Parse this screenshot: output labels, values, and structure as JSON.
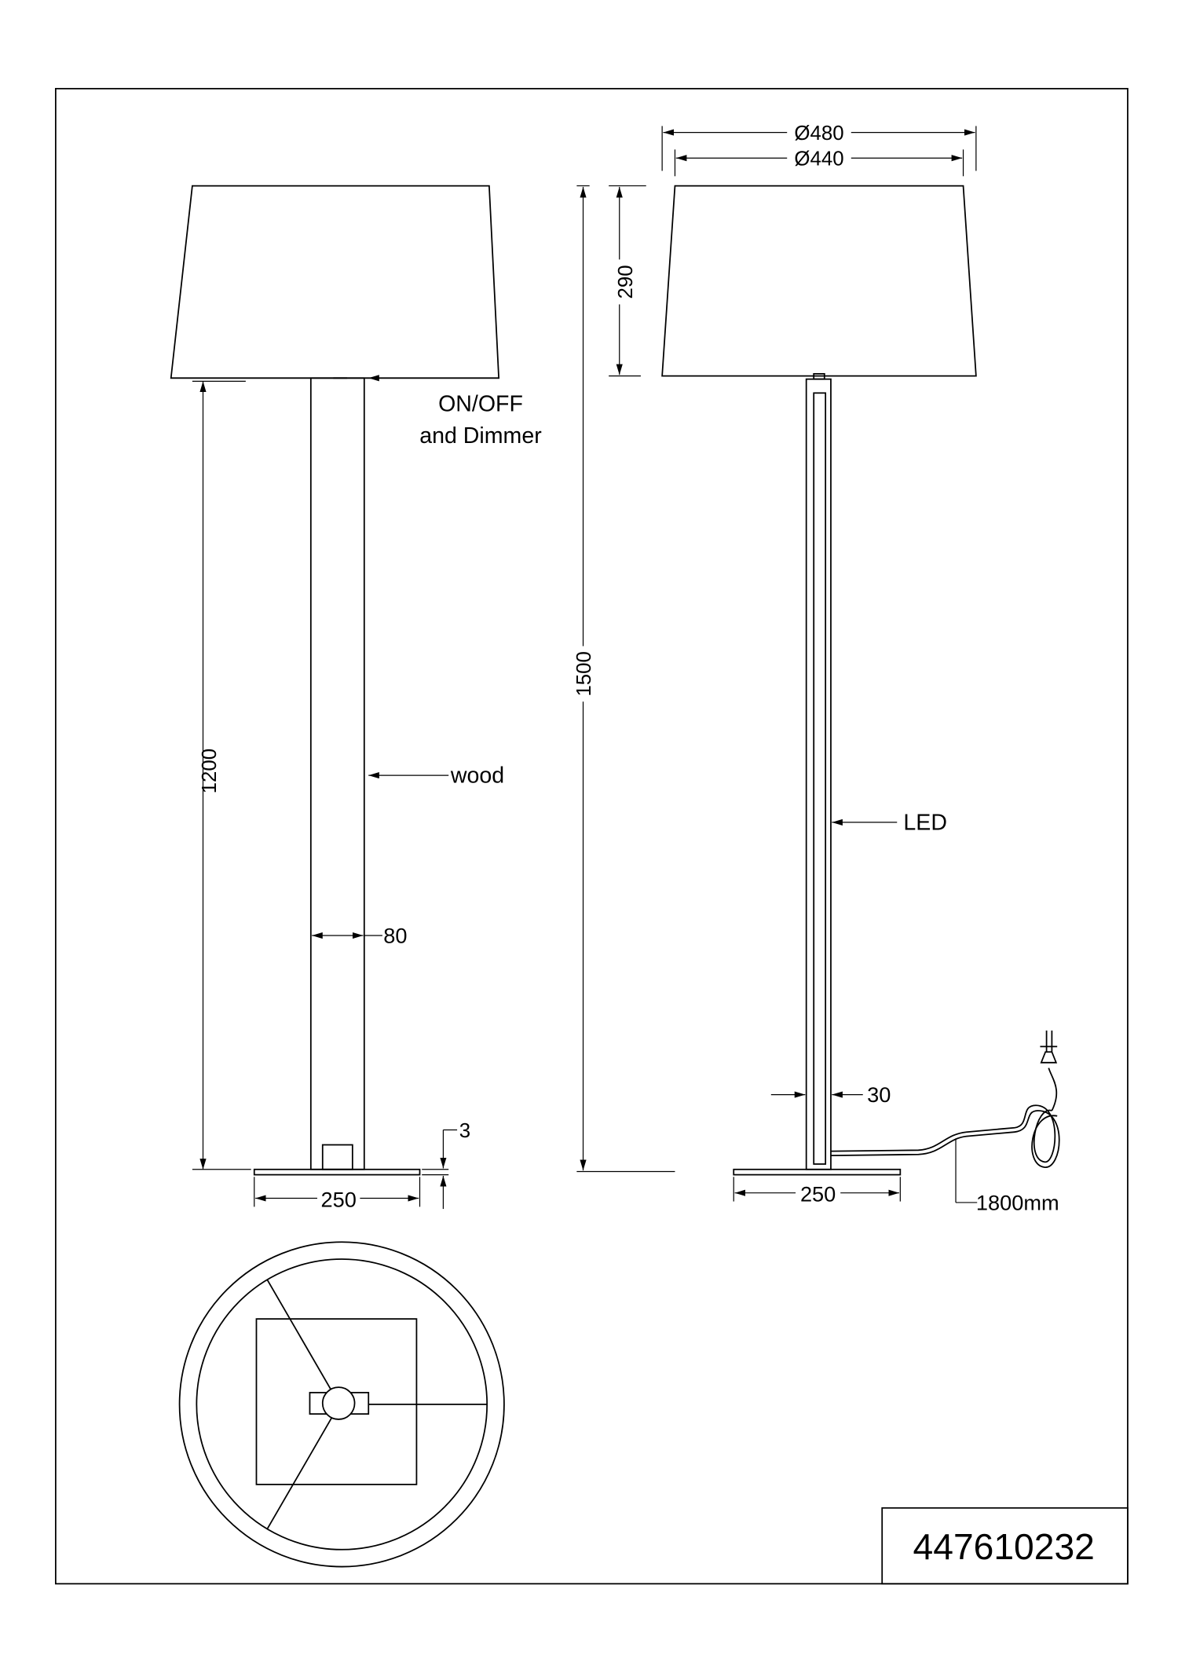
{
  "drawing": {
    "product_number": "447610232",
    "labels": {
      "switch_line1": "ON/OFF",
      "switch_line2": "and Dimmer",
      "wood": "wood",
      "led": "LED"
    },
    "dimensions": {
      "shade_outer_diameter": "Ø480",
      "shade_inner_diameter": "Ø440",
      "shade_height": "290",
      "total_height": "1500",
      "pole_height": "1200",
      "pole_width": "80",
      "base_thickness": "3",
      "base_width_front": "250",
      "base_width_side": "250",
      "led_width": "30",
      "cable_length": "1800mm"
    }
  }
}
